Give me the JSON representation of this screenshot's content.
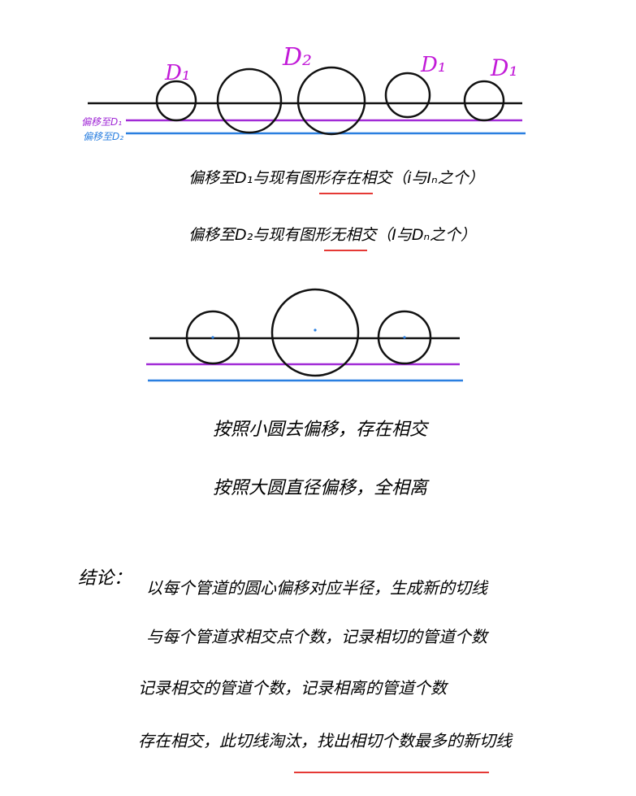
{
  "colors": {
    "ink": "#111111",
    "purple": "#a12ad6",
    "blue": "#2a7fe0",
    "red": "#e53935",
    "label": "#c21bd8"
  },
  "diagram1": {
    "circle_labels": [
      "D₁",
      "D₂",
      "D₁",
      "D₁"
    ],
    "side_labels": [
      "偏移至D₁",
      "偏移至D₂"
    ]
  },
  "notes1": [
    "偏移至D₁与现有图形存在相交（i与Iₙ之个）",
    "偏移至D₂与现有图形无相交（I与Dₙ之个）"
  ],
  "notes2": [
    "按照小圆去偏移，存在相交",
    "按照大圆直径偏移，全相离"
  ],
  "conclusion": {
    "title": "结论：",
    "lines": [
      "以每个管道的圆心偏移对应半径，生成新的切线",
      "与每个管道求相交点个数，记录相切的管道个数",
      "记录相交的管道个数，记录相离的管道个数",
      "存在相交，此切线淘汰，找出相切个数最多的新切线"
    ]
  }
}
